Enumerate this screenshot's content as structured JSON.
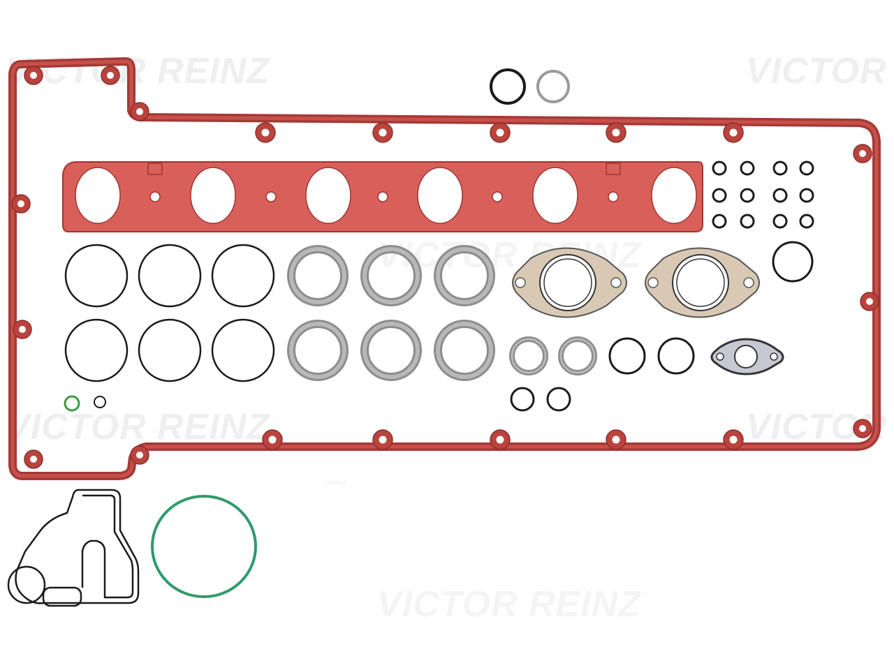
{
  "watermark": {
    "brand_text": "VICTOR REINZ",
    "brand_text_cut": "VICTOR",
    "logo_text": "DANA"
  },
  "colors": {
    "valve_cover_gasket": "#a33a36",
    "valve_cover_gasket_fill": "#b9433d",
    "intake_gasket": "#d9605a",
    "intake_gasket_outline": "#9d3430",
    "oring_black": "#1a1a1a",
    "seal_grey": "#8c8c8c",
    "seal_grey_fill": "#b8b8b8",
    "exhaust_gasket_fill": "#d9c9b4",
    "green_oring": "#2f9a6a",
    "small_green_ring": "#3c9a3c"
  }
}
